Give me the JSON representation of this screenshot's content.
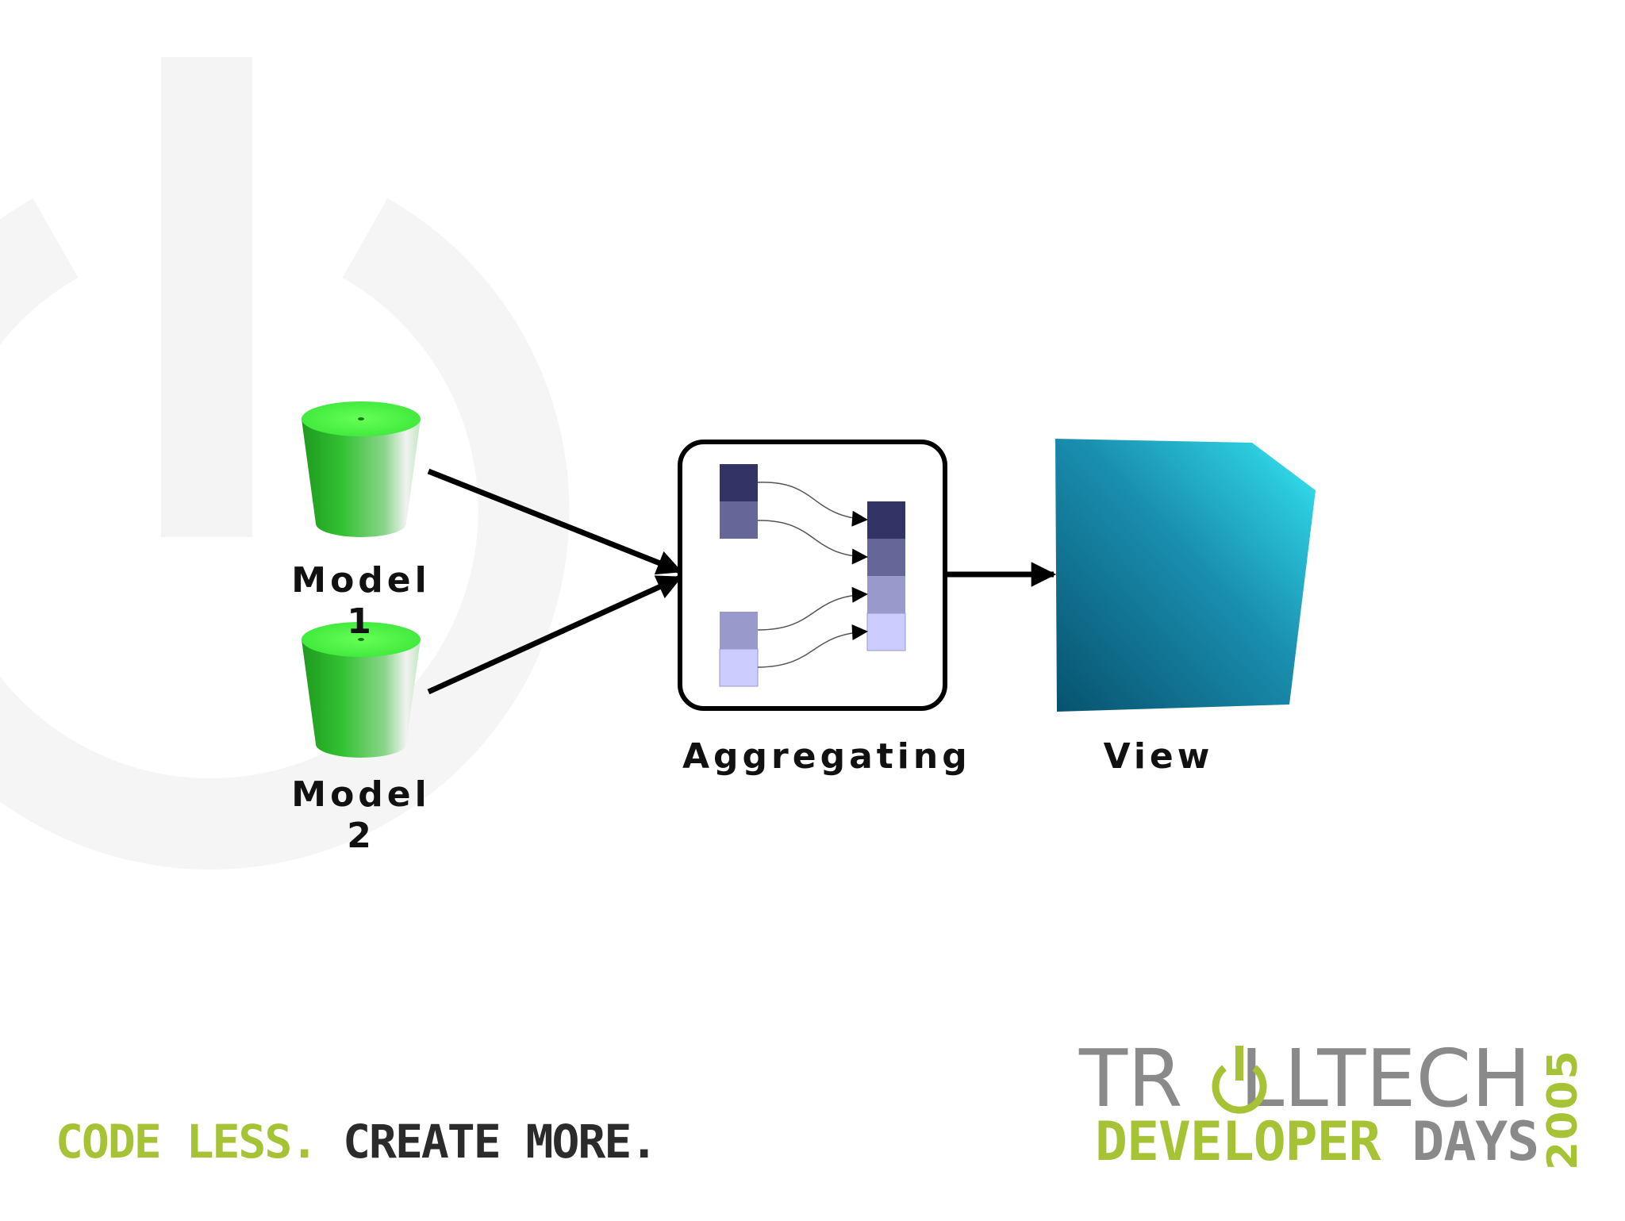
{
  "diagram": {
    "nodes": {
      "model1": {
        "label_line1": "Model",
        "label_line2": "1",
        "icon": "green-cylinder-database"
      },
      "model2": {
        "label_line1": "Model",
        "label_line2": "2",
        "icon": "green-cylinder-database"
      },
      "aggregating": {
        "label": "Aggregating",
        "icon": "row-mapping-box"
      },
      "view": {
        "label": "View",
        "icon": "teal-3d-cube"
      }
    },
    "edges": [
      {
        "from": "model1",
        "to": "aggregating"
      },
      {
        "from": "model2",
        "to": "aggregating"
      },
      {
        "from": "aggregating",
        "to": "view"
      }
    ]
  },
  "footer": {
    "tagline_part1": "CODE LESS.",
    "tagline_part2": "CREATE MORE.",
    "logo": {
      "brand_before": "TR",
      "brand_after": "LLTECH",
      "event_part1": "DEVELOPER",
      "event_part2": "DAYS",
      "year": "2005"
    }
  },
  "colors": {
    "model_green": "#3ec33a",
    "view_teal": "#1a8fb0",
    "row_dark": "#333366",
    "row_mid": "#666699",
    "row_light": "#9999cc",
    "row_lightest": "#ccccff",
    "tagline_green": "#a6c235",
    "logo_gray": "#8a8a8a"
  }
}
